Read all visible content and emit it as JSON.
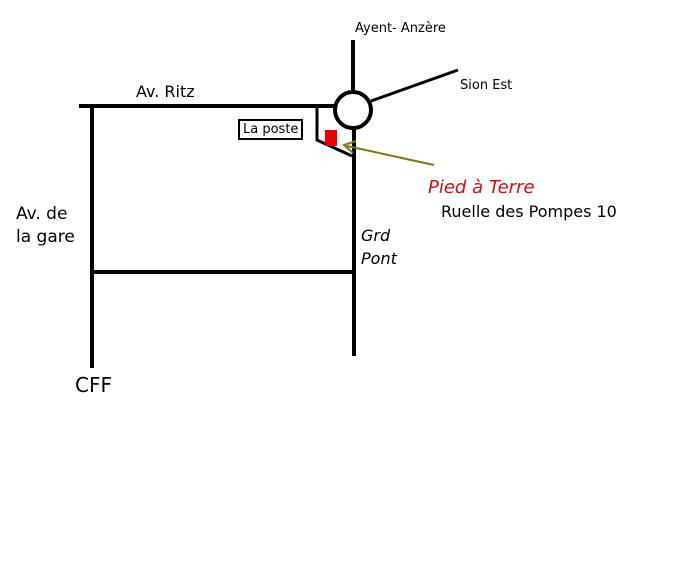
{
  "labels": {
    "ayent": "Ayent- Anzère",
    "sion_est": "Sion Est",
    "av_ritz": "Av. Ritz",
    "la_poste": "La poste",
    "av_de_la_gare": "Av. de\nla gare",
    "grd_pont": "Grd\nPont",
    "pied_a_terre": "Pied à Terre",
    "ruelle": "Ruelle des Pompes 10",
    "cff": "CFF"
  },
  "colors": {
    "roads": "#000000",
    "marker": "#ee0000",
    "destination_text": "#cc1111",
    "pointer_arrow": "#807a10"
  }
}
